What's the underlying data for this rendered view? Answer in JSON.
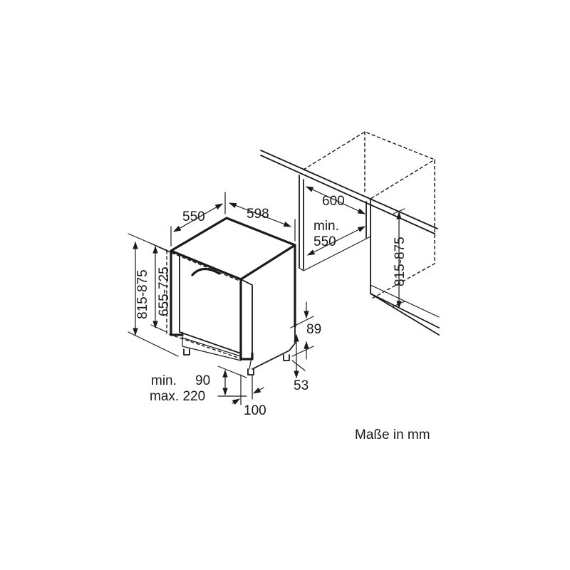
{
  "dimensions": {
    "depth": "550",
    "width": "598",
    "height_total": "815-875",
    "height_body": "655-725",
    "niche_width": "600",
    "niche_depth_label": "min.",
    "niche_depth_value": "550",
    "niche_height": "815-875",
    "plinth_height": "89",
    "plinth_gap": "53",
    "plinth_min_label": "min.",
    "plinth_min_value": "90",
    "plinth_max_label": "max. 220",
    "plinth_depth": "100"
  },
  "units_note": "Maße in mm"
}
